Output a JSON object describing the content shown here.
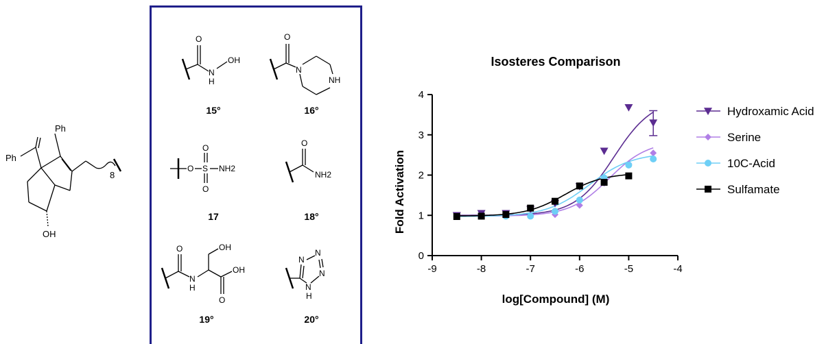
{
  "scaffold": {
    "labels": {
      "ph_top": "Ph",
      "ph_left": "Ph",
      "oh": "OH",
      "subscript": "8"
    }
  },
  "panel": {
    "compounds": [
      {
        "label": "15°",
        "atoms": [
          "O",
          "N",
          "H",
          "OH"
        ]
      },
      {
        "label": "16°",
        "atoms": [
          "O",
          "N",
          "NH"
        ]
      },
      {
        "label": "17",
        "atoms": [
          "O",
          "S",
          "NH2",
          "O",
          "O"
        ]
      },
      {
        "label": "18°",
        "atoms": [
          "O",
          "NH2"
        ]
      },
      {
        "label": "19°",
        "atoms": [
          "O",
          "N",
          "H",
          "OH",
          "O",
          "OH"
        ]
      },
      {
        "label": "20°",
        "atoms": [
          "N",
          "N",
          "N",
          "N",
          "H"
        ]
      }
    ]
  },
  "chart_data": {
    "type": "scatter",
    "title": "Isosteres Comparison",
    "xlabel": "log[Compound] (M)",
    "ylabel": "Fold Activation",
    "xlim": [
      -9,
      -4
    ],
    "ylim": [
      0,
      4
    ],
    "xticks": [
      "-9",
      "-8",
      "-7",
      "-6",
      "-5",
      "-4"
    ],
    "yticks": [
      "0",
      "1",
      "2",
      "3",
      "4"
    ],
    "grid": false,
    "legend_position": "right",
    "series": [
      {
        "name": "Hydroxamic Acid",
        "marker": "triangle-down",
        "color": "#5b2c91",
        "x": [
          -8.5,
          -8,
          -7.5,
          -7,
          -6.5,
          -6,
          -5.5,
          -5,
          -4.5
        ],
        "y": [
          1.0,
          1.05,
          1.05,
          1.15,
          1.3,
          1.72,
          2.6,
          3.68,
          3.3
        ],
        "fit": {
          "bottom": 1.0,
          "top": 3.9,
          "logEC50": -5.3,
          "hill": 1.1
        }
      },
      {
        "name": "Serine",
        "marker": "diamond",
        "color": "#b07fe6",
        "x": [
          -8.5,
          -8,
          -7.5,
          -7,
          -6.5,
          -6,
          -5.5,
          -5,
          -4.5
        ],
        "y": [
          0.97,
          0.98,
          1.0,
          1.0,
          1.02,
          1.25,
          1.8,
          2.28,
          2.55
        ],
        "fit": {
          "bottom": 0.98,
          "top": 2.85,
          "logEC50": -5.4,
          "hill": 1.1
        }
      },
      {
        "name": "10C-Acid",
        "marker": "circle",
        "color": "#6ecff6",
        "x": [
          -8.5,
          -8,
          -7.5,
          -7,
          -6.5,
          -6,
          -5.5,
          -5,
          -4.5
        ],
        "y": [
          0.97,
          0.98,
          0.98,
          0.98,
          1.1,
          1.38,
          1.93,
          2.25,
          2.4
        ],
        "fit": {
          "bottom": 0.97,
          "top": 2.55,
          "logEC50": -5.8,
          "hill": 1.0
        }
      },
      {
        "name": "Sulfamate",
        "marker": "square",
        "color": "#000000",
        "x": [
          -8.5,
          -8,
          -7.5,
          -7,
          -6.5,
          -6,
          -5.5,
          -5
        ],
        "y": [
          0.97,
          0.98,
          1.02,
          1.18,
          1.35,
          1.73,
          1.82,
          1.98
        ],
        "fit": {
          "bottom": 0.98,
          "top": 2.05,
          "logEC50": -6.3,
          "hill": 1.1
        }
      }
    ],
    "error_bars": [
      {
        "series": "Hydroxamic Acid",
        "x": -4.5,
        "low": 2.98,
        "high": 3.6
      }
    ]
  }
}
